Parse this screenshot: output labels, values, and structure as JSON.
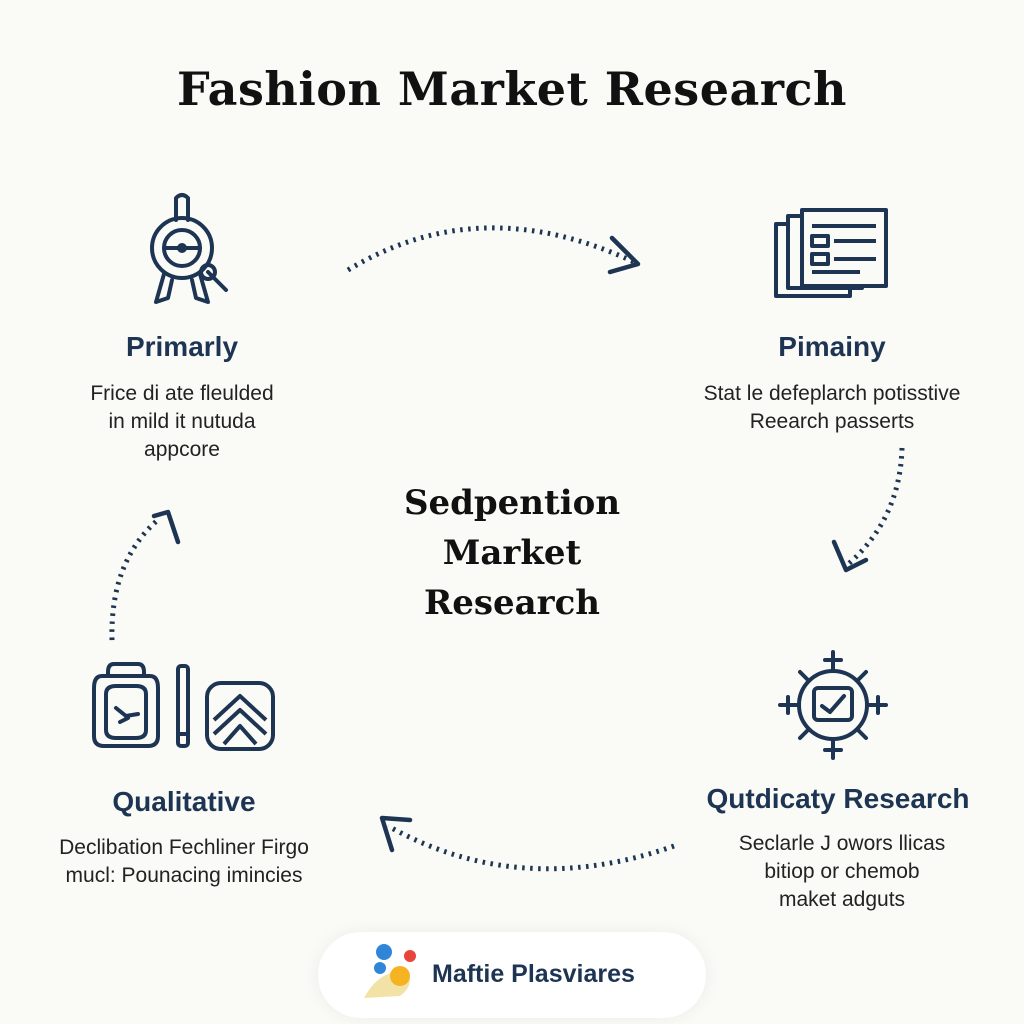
{
  "title": "Fashion Market Research",
  "center_label": [
    "Sedpention",
    "Market",
    "Research"
  ],
  "nodes": {
    "top_left": {
      "title": "Primarly",
      "lines": [
        "Frice di ate fleulded",
        "in mild it nutuda",
        "appcore"
      ]
    },
    "top_right": {
      "title": "Pimainy",
      "lines": [
        "Stat le defeplarch potisstive",
        "Reearch passerts"
      ]
    },
    "bottom_left": {
      "title": "Qualitative",
      "lines": [
        "Declibation Fechliner Firgo",
        "mucl: Pounacing imincies"
      ]
    },
    "bottom_right": {
      "title": "Qutdicaty Research",
      "lines": [
        "Seclarle J owors llicas",
        "bitiop or chemob",
        "maket adguts"
      ]
    }
  },
  "icons": {
    "top_left": "magnifier-badge-icon",
    "top_right": "documents-icon",
    "bottom_left": [
      "backpack-icon",
      "ruler-icon",
      "fabric-pattern-icon"
    ],
    "bottom_right": "gear-target-icon"
  },
  "brand": {
    "name": "Maftie Plasviares",
    "logo_colors": [
      "#2f86d6",
      "#e8453c",
      "#f5b321",
      "#f3e2a6"
    ]
  },
  "colors": {
    "primary": "#1d3553",
    "background": "#fafaf7"
  }
}
